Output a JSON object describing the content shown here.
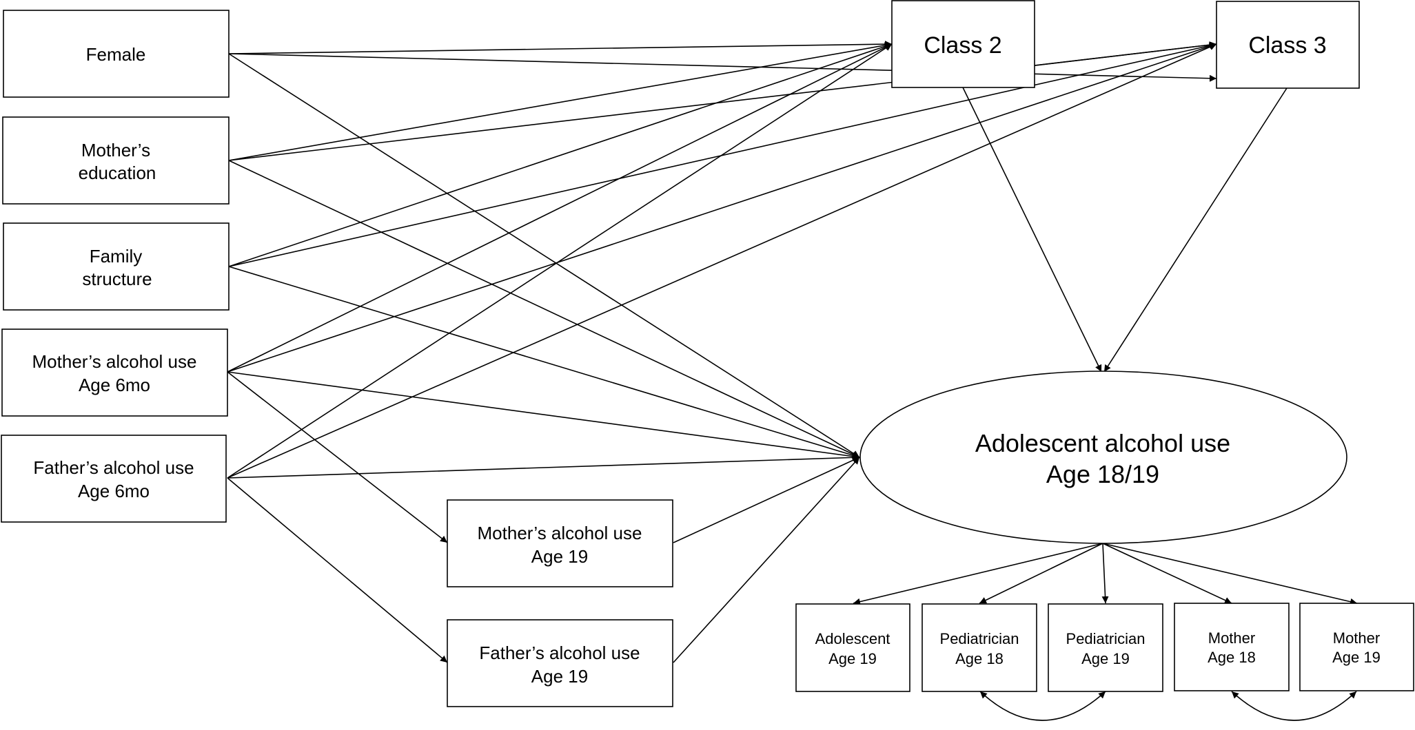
{
  "predictors": {
    "female": "Female",
    "mother_education": [
      "Mother’s",
      "education"
    ],
    "family_structure": [
      "Family",
      "structure"
    ],
    "mother_alcohol_6mo": [
      "Mother’s alcohol use",
      "Age 6mo"
    ],
    "father_alcohol_6mo": [
      "Father’s alcohol use",
      "Age 6mo"
    ]
  },
  "mediators": {
    "mother_alcohol_19": [
      "Mother’s alcohol use",
      "Age 19"
    ],
    "father_alcohol_19": [
      "Father’s alcohol use",
      "Age 19"
    ]
  },
  "classes": {
    "class2": "Class 2",
    "class3": "Class 3"
  },
  "outcome": [
    "Adolescent alcohol use",
    "Age 18/19"
  ],
  "indicators": {
    "adolescent_19": [
      "Adolescent",
      "Age 19"
    ],
    "pediatrician_18": [
      "Pediatrician",
      "Age 18"
    ],
    "pediatrician_19": [
      "Pediatrician",
      "Age 19"
    ],
    "mother_18": [
      "Mother",
      "Age 18"
    ],
    "mother_19": [
      "Mother",
      "Age 19"
    ]
  },
  "colors": {
    "stroke": "#000000",
    "background": "#ffffff"
  }
}
